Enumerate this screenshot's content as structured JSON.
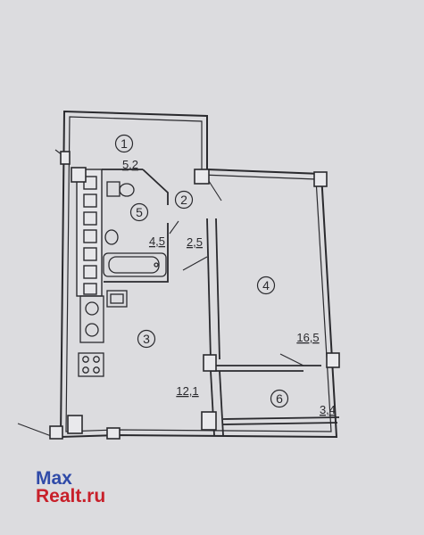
{
  "rooms": [
    {
      "number": "1",
      "area": "5,2"
    },
    {
      "number": "2",
      "area": "2,5"
    },
    {
      "number": "3",
      "area": "12,1"
    },
    {
      "number": "4",
      "area": "16,5"
    },
    {
      "number": "5",
      "area": "4,5"
    },
    {
      "number": "6",
      "area": "3,4"
    }
  ],
  "watermark": {
    "line1": "Max",
    "line2": "Realt.ru"
  },
  "colors": {
    "paper": "#dcdcdf",
    "ink": "#2a2a2e",
    "logo_blue": "#2f4aa8",
    "logo_red": "#c8202a"
  }
}
